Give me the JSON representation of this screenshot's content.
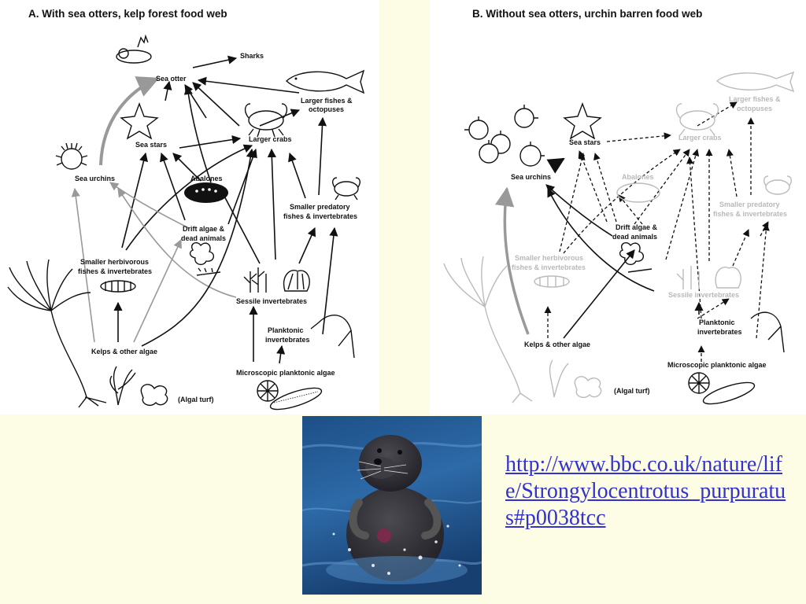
{
  "panel_a": {
    "title": "A.  With sea otters, kelp forest food web",
    "labels": {
      "sharks": "Sharks",
      "sea_otter": "Sea otter",
      "larger_fishes_1": "Larger fishes &",
      "larger_fishes_2": "octopuses",
      "sea_stars": "Sea stars",
      "larger_crabs": "Larger crabs",
      "sea_urchins": "Sea urchins",
      "abalones": "Abalones",
      "smaller_predatory_1": "Smaller predatory",
      "smaller_predatory_2": "fishes & invertebrates",
      "drift_algae_1": "Drift algae &",
      "drift_algae_2": "dead animals",
      "smaller_herbivorous_1": "Smaller herbivorous",
      "smaller_herbivorous_2": "fishes & invertebrates",
      "sessile_invertebrates": "Sessile invertebrates",
      "planktonic_1": "Planktonic",
      "planktonic_2": "invertebrates",
      "kelps": "Kelps & other algae",
      "microscopic": "Microscopic planktonic algae",
      "algal_turf": "(Algal turf)"
    }
  },
  "panel_b": {
    "title": "B.  Without sea otters, urchin barren food web",
    "labels": {
      "larger_fishes_1": "Larger fishes &",
      "larger_fishes_2": "octopuses",
      "sea_stars": "Sea stars",
      "larger_crabs": "Larger crabs",
      "sea_urchins": "Sea urchins",
      "abalones": "Abalones",
      "smaller_predatory_1": "Smaller predatory",
      "smaller_predatory_2": "fishes & invertebrates",
      "drift_algae_1": "Drift algae &",
      "drift_algae_2": "dead animals",
      "smaller_herbivorous_1": "Smaller herbivorous",
      "smaller_herbivorous_2": "fishes & invertebrates",
      "sessile_invertebrates": "Sessile invertebrates",
      "planktonic_1": "Planktonic",
      "planktonic_2": "invertebrates",
      "kelps": "Kelps & other algae",
      "microscopic": "Microscopic planktonic algae",
      "algal_turf": "(Algal turf)"
    }
  },
  "link": {
    "text": "http://www.bbc.co.uk/nature/life/Strongylocentrotus_purpuratus#p0038tcc"
  },
  "colors": {
    "background": "#fdfce5",
    "link": "#3333cc",
    "faded": "#b9b9b9"
  }
}
